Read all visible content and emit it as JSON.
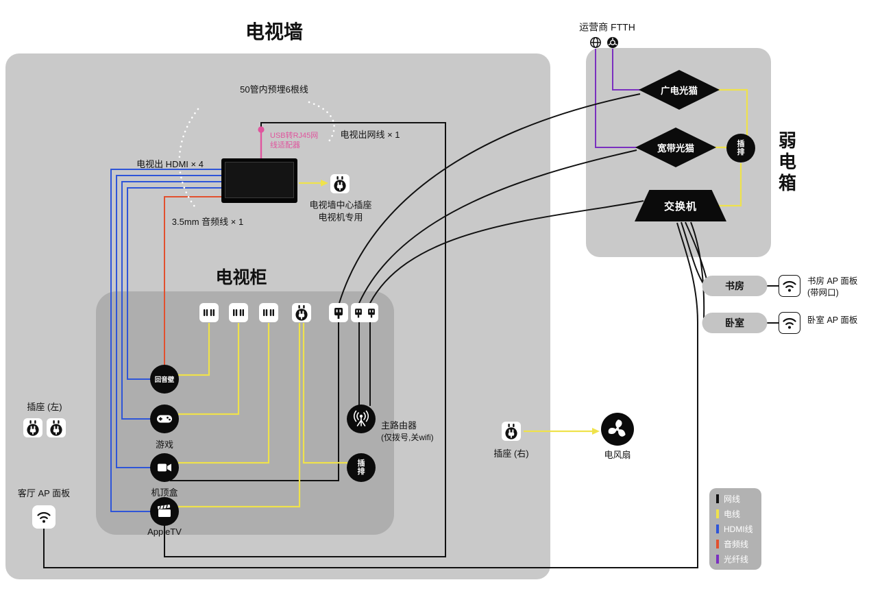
{
  "titles": {
    "tv_wall": "电视墙",
    "tv_cabinet": "电视柜",
    "weak_box": "弱电箱",
    "isp": "运营商 FTTH"
  },
  "notes": {
    "conduit": "50管内预埋6根线",
    "usb_adapter_line1": "USB转RJ45网",
    "usb_adapter_line2": "线适配器",
    "tv_net_out": "电视出网线 × 1",
    "tv_hdmi_out": "电视出 HDMI × 4",
    "audio_out": "3.5mm 音频线 × 1",
    "center_socket_line1": "电视墙中心插座",
    "center_socket_line2": "电视机专用"
  },
  "weak_box": {
    "catv_modem": "广电光猫",
    "broadband_modem": "宽带光猫",
    "power_strip": "插排",
    "switch": "交换机"
  },
  "cabinet": {
    "soundbar": "回音壁",
    "game": "游戏",
    "settop_box": "机顶盒",
    "apple_tv": "AppleTV",
    "router_line1": "主路由器",
    "router_line2": "(仅拨号,关wifi)",
    "power_strip": "插排"
  },
  "wall": {
    "socket_left": "插座 (左)",
    "socket_right": "插座 (右)",
    "living_ap": "客厅 AP 面板",
    "fan": "电风扇"
  },
  "rooms": {
    "study": "书房",
    "study_ap_line1": "书房 AP 面板",
    "study_ap_line2": "(带网口)",
    "bedroom": "卧室",
    "bedroom_ap": "卧室 AP 面板"
  },
  "legend": {
    "items": [
      {
        "label": "网线",
        "color": "#111111"
      },
      {
        "label": "电线",
        "color": "#efe24b"
      },
      {
        "label": "HDMI线",
        "color": "#2e55d8"
      },
      {
        "label": "音频线",
        "color": "#e2502e"
      },
      {
        "label": "光纤线",
        "color": "#7a2fbf"
      }
    ]
  },
  "colors": {
    "accent_pink": "#e0559e"
  }
}
